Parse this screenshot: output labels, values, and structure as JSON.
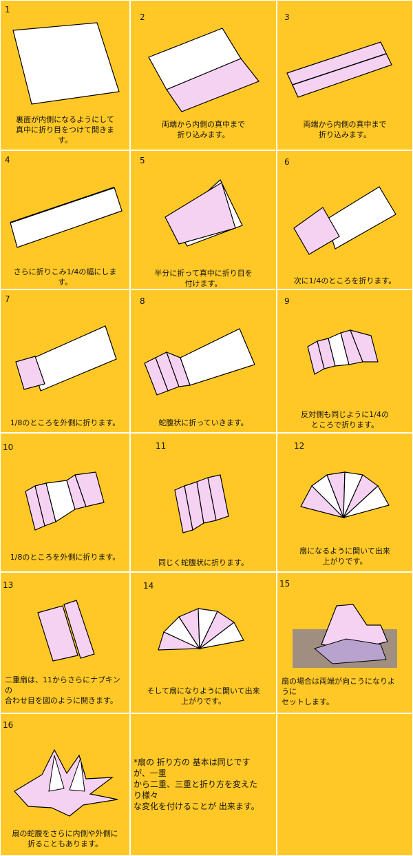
{
  "colors": {
    "background": "#FFC826",
    "paper_front": "#FFFFFF",
    "paper_back": "#F5D2F2",
    "outline": "#000000"
  },
  "steps": [
    {
      "number": "1",
      "caption": "裏面が内側になるようにして\n真中に折り目をつけて開きま\nす。"
    },
    {
      "number": "2",
      "caption": "両端から内側の真中まで\n折り込みます。"
    },
    {
      "number": "3",
      "caption": "両端から内側の真中まで\n折り込みます。"
    },
    {
      "number": "4",
      "caption": "さらに折りこみ1/4の幅にしま\nす。"
    },
    {
      "number": "5",
      "caption": "半分に折って真中に折り目を\n付けます。"
    },
    {
      "number": "6",
      "caption": "次に1/4のところを折ります。"
    },
    {
      "number": "7",
      "caption": "1/8のところを外側に折ります。"
    },
    {
      "number": "8",
      "caption": "蛇腹状に折っていきます。"
    },
    {
      "number": "9",
      "caption": "反対側も同じように1/4の\nところで折ります。"
    },
    {
      "number": "10",
      "caption": "1/8のところを外側に折ります。"
    },
    {
      "number": "11",
      "caption": "同じく蛇腹状に折ります。"
    },
    {
      "number": "12",
      "caption": "扇になるように開いて出来\n上がりです。"
    },
    {
      "number": "13",
      "caption": "二重扇は、11からさらにナプキン\nの\n合わせ目を図のように開きます。"
    },
    {
      "number": "14",
      "caption": "そして扇になりように開いて出来\n上がりです。"
    },
    {
      "number": "15",
      "caption": "扇の場合は両端が向こうになりよ\nうに\nセットします。"
    },
    {
      "number": "16",
      "caption": "扇の蛇腹をさらに内側や外側に\n折ることもあります。"
    }
  ],
  "note": "*扇の 折り方の 基本は同じです\nが、一重\nから二重、三重と折り方を変えた\nり様々\nな変化を付けることが 出来ます。"
}
